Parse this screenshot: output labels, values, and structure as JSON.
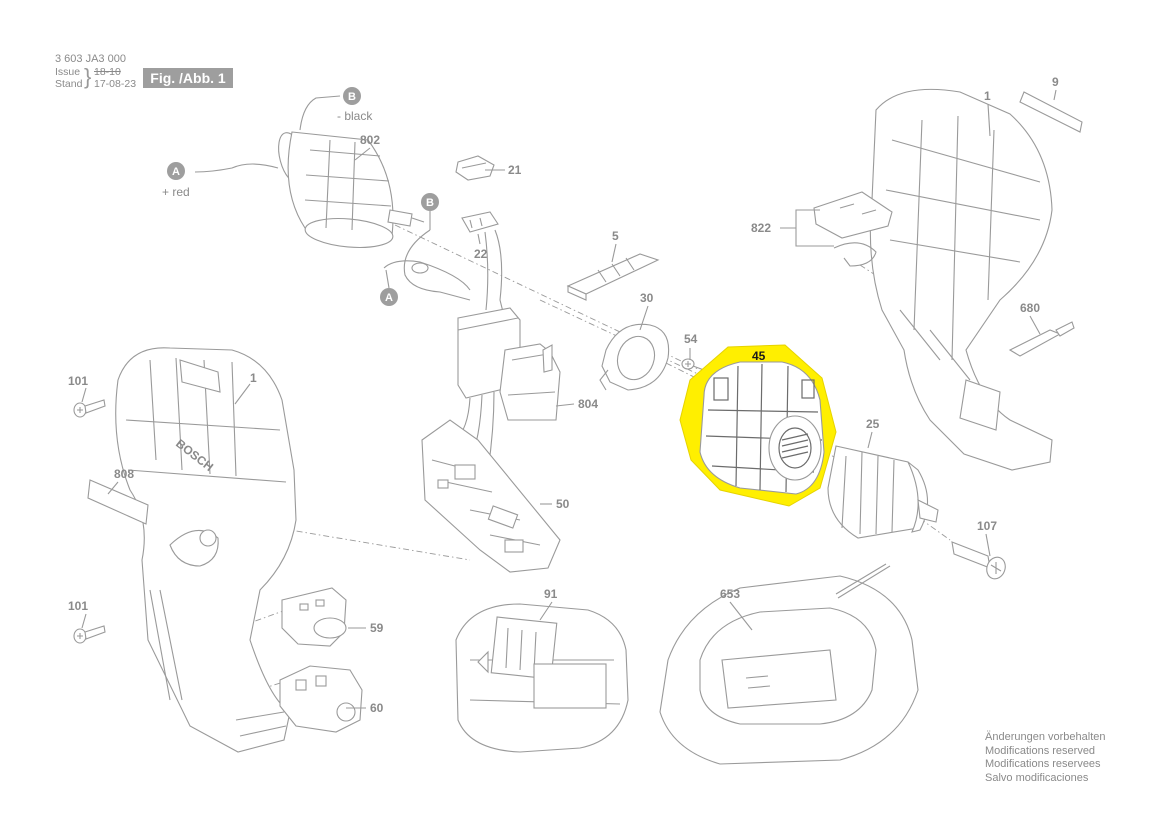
{
  "header": {
    "doc_code": "3 603 JA3 000",
    "issue_label": "Issue",
    "issue_date": "18-10",
    "stand_label": "Stand",
    "stand_date": "17-08-23",
    "fig_label": "Fig. /Abb. 1"
  },
  "connectors": {
    "a_top": {
      "letter": "A",
      "note": "+ red"
    },
    "b_top": {
      "letter": "B",
      "note": "- black"
    },
    "b_mid": {
      "letter": "B"
    },
    "a_bottom": {
      "letter": "A"
    }
  },
  "parts": {
    "p1_left": "1",
    "p1_right": "1",
    "p5": "5",
    "p9": "9",
    "p21": "21",
    "p22": "22",
    "p25": "25",
    "p30": "30",
    "p45": "45",
    "p50": "50",
    "p54": "54",
    "p59": "59",
    "p60": "60",
    "p91": "91",
    "p101_top": "101",
    "p101_bottom": "101",
    "p107": "107",
    "p653": "653",
    "p680": "680",
    "p802": "802",
    "p804": "804",
    "p808": "808",
    "p822": "822"
  },
  "housing_text": {
    "brand": "BOSCH"
  },
  "notes": [
    "Änderungen vorbehalten",
    "Modifications reserved",
    "Modifications reservees",
    "Salvo modificaciones"
  ],
  "colors": {
    "line": "#9a9a9a",
    "label": "#8a8a8a",
    "highlight": "#ffef00",
    "badge": "#9e9e9e"
  },
  "highlighted_part": "45"
}
